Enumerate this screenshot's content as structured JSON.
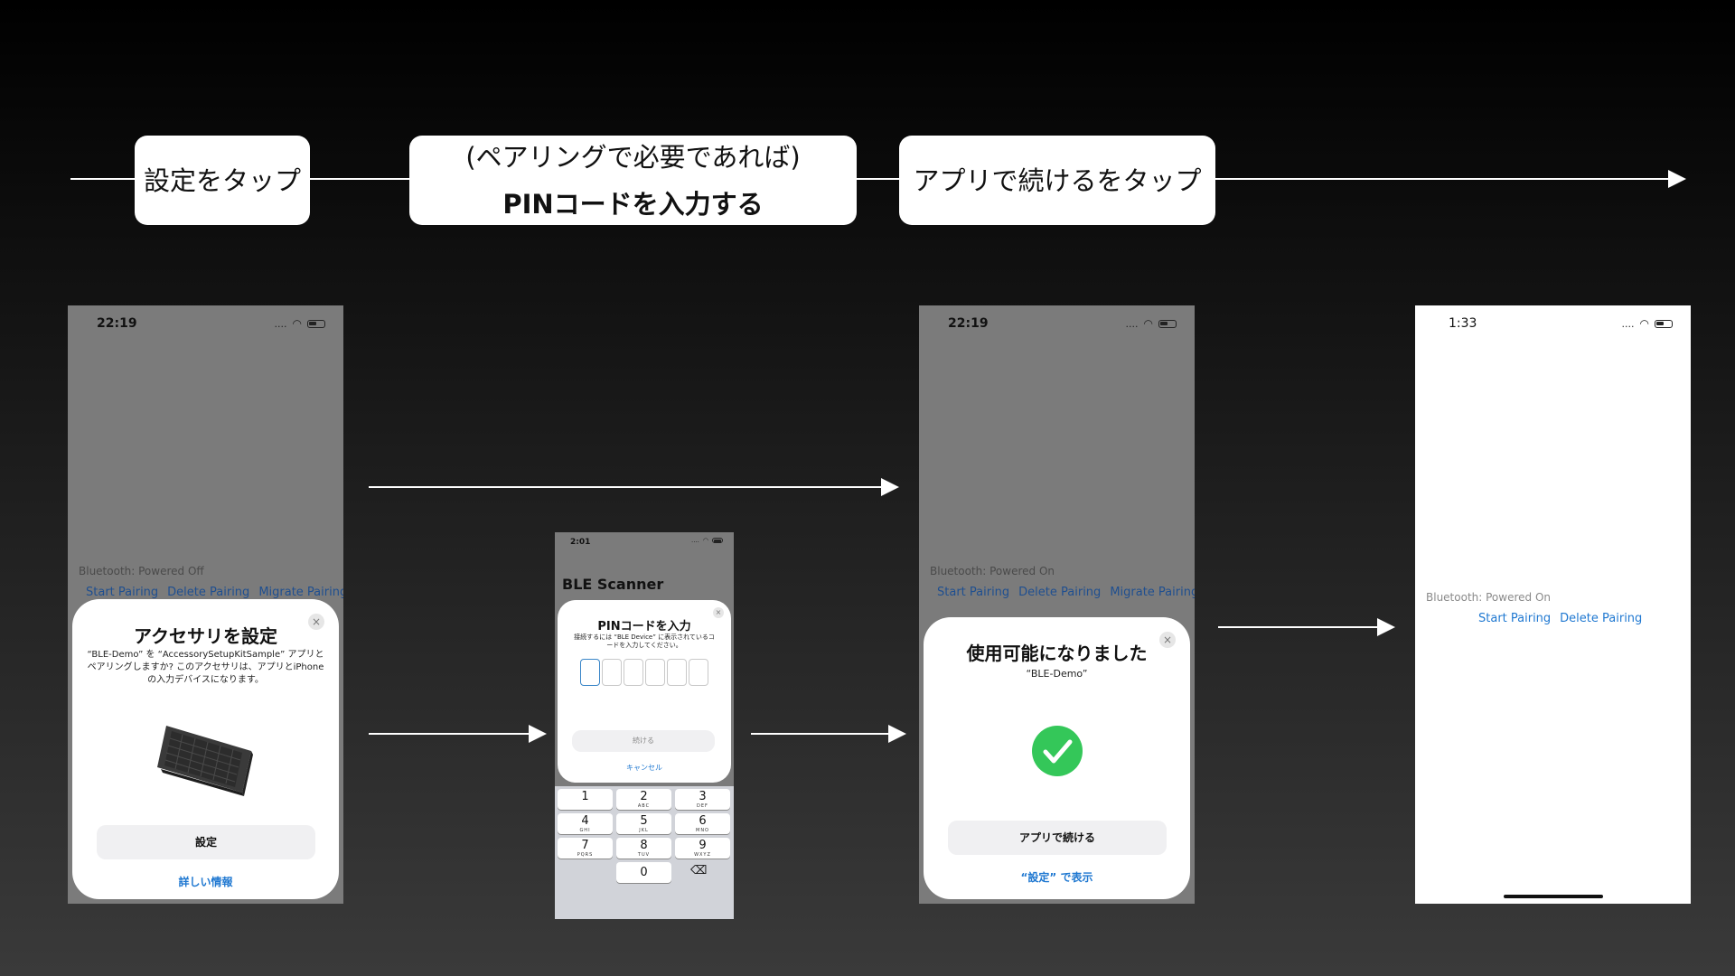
{
  "steps": [
    {
      "lines": [
        "設定をタップ"
      ]
    },
    {
      "lines": [
        "(ペアリングで必要であれば)",
        "PINコードを入力する"
      ]
    },
    {
      "lines": [
        "アプリで続けるをタップ"
      ]
    }
  ],
  "phone1": {
    "time": "22:19",
    "bt_status": "Bluetooth: Powered Off",
    "links": [
      "Start Pairing",
      "Delete Pairing",
      "Migrate Pairing"
    ],
    "sheet": {
      "title": "アクセサリを設定",
      "description": "“BLE-Demo” を “AccessorySetupKitSample” アプリとペアリングしますか? このアクセサリは、アプリとiPhoneの入力デバイスになります。",
      "primary_button": "設定",
      "link": "詳しい情報",
      "close": "×"
    }
  },
  "phone2": {
    "time": "2:01",
    "title": "BLE Scanner",
    "sheet": {
      "title": "PINコードを入力",
      "description": "接続するには “BLE Device” に表示されているコードを入力してください。",
      "primary_button": "続ける",
      "link": "キャンセル",
      "close": "×"
    },
    "keys": [
      {
        "n": "1",
        "l": ""
      },
      {
        "n": "2",
        "l": "ABC"
      },
      {
        "n": "3",
        "l": "DEF"
      },
      {
        "n": "4",
        "l": "GHI"
      },
      {
        "n": "5",
        "l": "JKL"
      },
      {
        "n": "6",
        "l": "MNO"
      },
      {
        "n": "7",
        "l": "PQRS"
      },
      {
        "n": "8",
        "l": "TUV"
      },
      {
        "n": "9",
        "l": "WXYZ"
      },
      {
        "n": "0",
        "l": ""
      }
    ],
    "delete_key": "⌫"
  },
  "phone3": {
    "time": "22:19",
    "bt_status": "Bluetooth: Powered On",
    "links": [
      "Start Pairing",
      "Delete Pairing",
      "Migrate Pairing"
    ],
    "sheet": {
      "title": "使用可能になりました",
      "subtitle": "“BLE-Demo”",
      "primary_button": "アプリで続ける",
      "link": "“設定” で表示",
      "close": "×"
    }
  },
  "phone4": {
    "time": "1:33",
    "bt_status": "Bluetooth: Powered On",
    "links": [
      "Start Pairing",
      "Delete Pairing"
    ]
  },
  "colors": {
    "accent_blue": "#1f78d1",
    "success_green": "#34c759",
    "dim_gray": "#7b7b7b"
  },
  "icons": {
    "step_arrow": "arrow-right-icon",
    "success": "checkmark-circle-icon",
    "accessory": "keyboard-icon",
    "close": "close-icon",
    "wifi": "wifi-icon",
    "battery": "battery-icon",
    "delete": "backspace-icon"
  }
}
